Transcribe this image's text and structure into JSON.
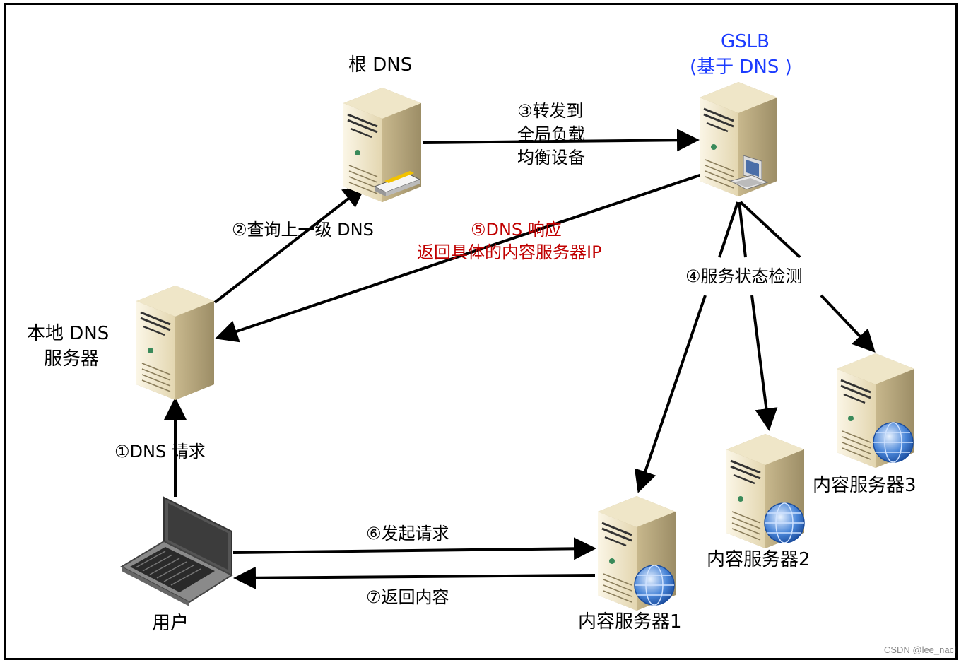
{
  "nodes": {
    "root_dns": {
      "label": "根 DNS"
    },
    "gslb": {
      "label_line1": "GSLB",
      "label_line2": "(基于 DNS )"
    },
    "local_dns": {
      "label_line1": "本地 DNS",
      "label_line2": "服务器"
    },
    "user": {
      "label": "用户"
    },
    "content_server_1": {
      "label": "内容服务器1"
    },
    "content_server_2": {
      "label": "内容服务器2"
    },
    "content_server_3": {
      "label": "内容服务器3"
    }
  },
  "steps": {
    "step1": "①DNS 请求",
    "step2": "②查询上一级 DNS",
    "step3_line1": "③转发到",
    "step3_line2": "全局负载",
    "step3_line3": "均衡设备",
    "step4": "④服务状态检测",
    "step5_line1": "⑤DNS 响应",
    "step5_line2": "返回具体的内容服务器IP",
    "step6": "⑥发起请求",
    "step7": "⑦返回内容"
  },
  "watermark": "CSDN @lee_nacl",
  "colors": {
    "gslb_label": "#1c3cff",
    "dns_response": "#c00000",
    "arrow": "#000000"
  }
}
